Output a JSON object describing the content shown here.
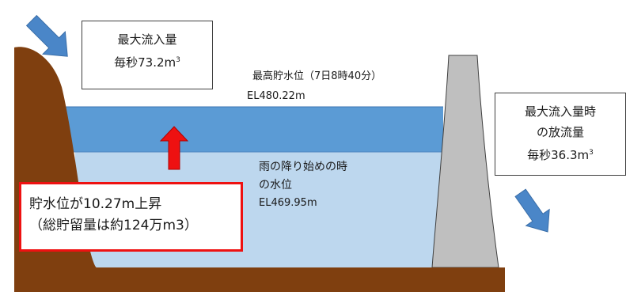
{
  "inflow_box": {
    "line1": "最大流入量",
    "line2_text": "毎秒73.2m",
    "line2_sup": "3"
  },
  "outflow_box": {
    "line1": "最大流入量時",
    "line2": "の放流量",
    "line3_text": "毎秒36.3m",
    "line3_sup": "3"
  },
  "max_level": {
    "title": "最高貯水位（7日8時40分）",
    "elevation": "EL480.22m"
  },
  "start_level": {
    "line1": "雨の降り始めの時",
    "line2": "の水位",
    "elevation": "EL469.95m"
  },
  "rise_box": {
    "line1": "貯水位が10.27m上昇",
    "line2": "（総貯留量は約124万m3）"
  },
  "colors": {
    "ground": "#7f3f0f",
    "upper_water": "#5b9bd5",
    "lower_water": "#bdd7ee",
    "dam": "#bfbfbf",
    "flow_arrow": "#4a86c8",
    "rise_arrow": "#ee1111"
  }
}
